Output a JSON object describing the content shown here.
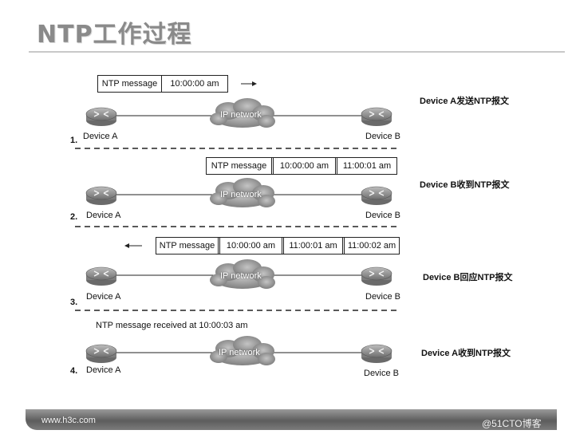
{
  "title": "NTP工作过程",
  "network_label": "IP network",
  "device_a": "Device A",
  "device_b": "Device B",
  "steps": [
    {
      "number": "1.",
      "caption": "Device A发送NTP报文",
      "message": [
        "NTP message",
        "10:00:00 am"
      ]
    },
    {
      "number": "2.",
      "caption": "Device B收到NTP报文",
      "message": [
        "NTP message",
        "10:00:00 am",
        "11:00:01 am"
      ]
    },
    {
      "number": "3.",
      "caption": "Device B回应NTP报文",
      "message": [
        "NTP message",
        "10:00:00 am",
        "11:00:01 am",
        "11:00:02 am"
      ]
    },
    {
      "number": "4.",
      "caption": "Device A收到NTP报文",
      "note": "NTP message received at 10:00:03 am"
    }
  ],
  "footer_url": "www.h3c.com",
  "watermark": "@51CTO博客",
  "colors": {
    "router": "#8f8f8f",
    "cloud": "#9b9b9b",
    "footer": "#6a6a6a"
  }
}
